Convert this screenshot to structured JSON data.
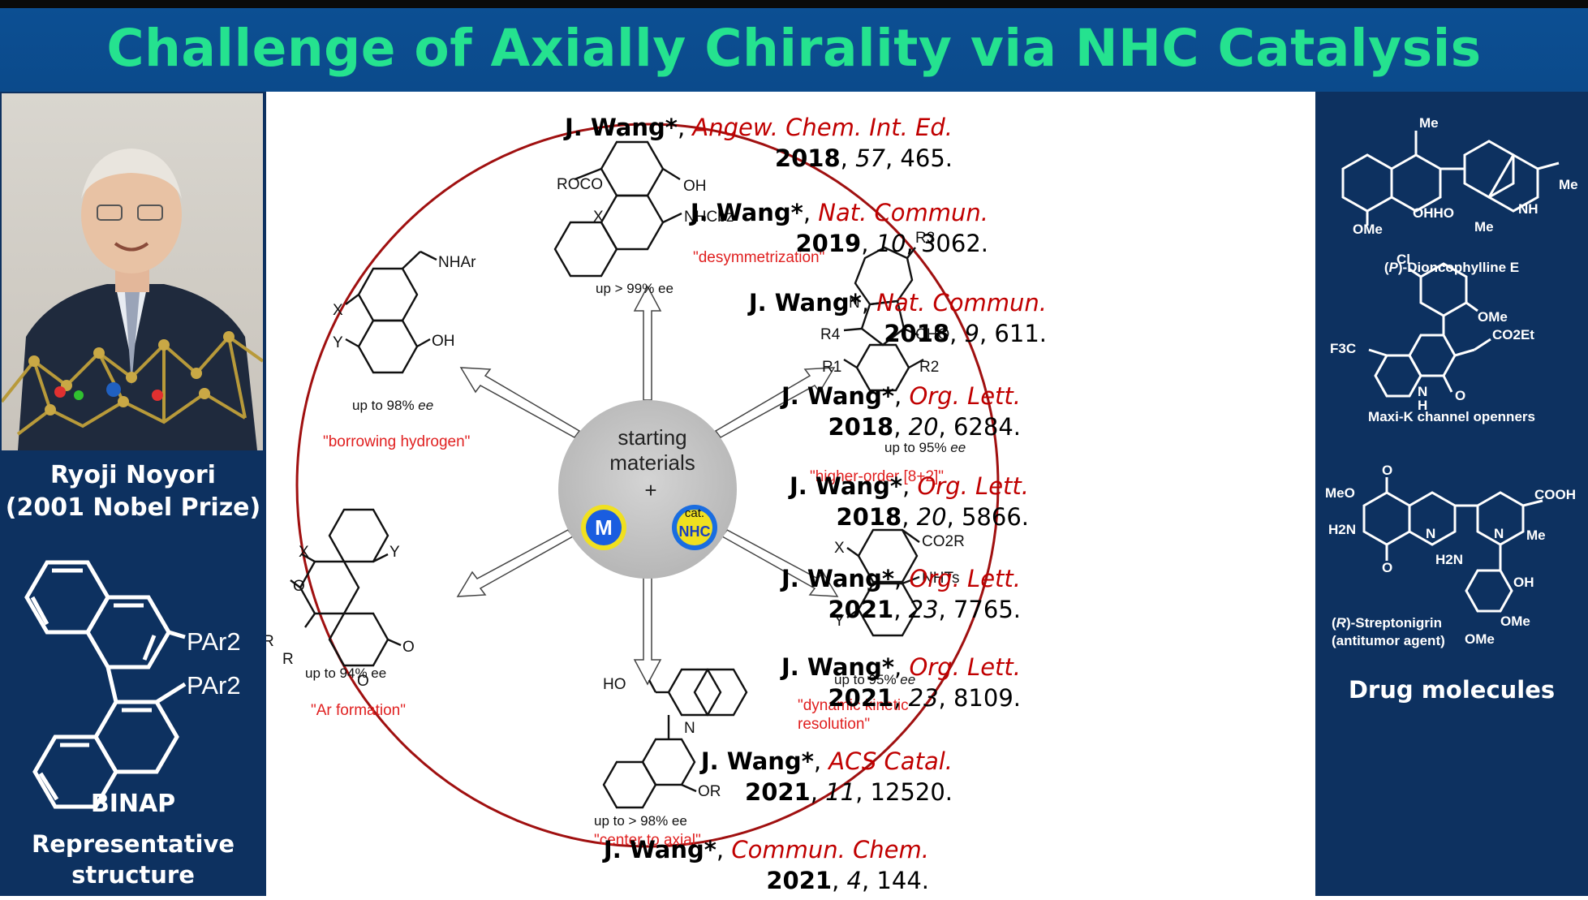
{
  "title": "Challenge of Axially Chirality via NHC Catalysis",
  "left_panel": {
    "name_line1": "Ryoji Noyori",
    "name_line2": "(2001 Nobel Prize)",
    "binap_labels": [
      "PAr2",
      "PAr2"
    ],
    "binap_title": "BINAP",
    "rep_line1": "Representative",
    "rep_line2": "structure"
  },
  "center": {
    "hub": {
      "line1": "starting",
      "line2": "materials",
      "plus": "+",
      "metal": "M",
      "cat": "cat.",
      "nhc": "NHC"
    },
    "desymmetrization": {
      "labels": [
        "ROCO",
        "OH",
        "X",
        "NHCbz"
      ],
      "ee": "up > 99% ee",
      "name": "\"desymmetrization\""
    },
    "borrowing": {
      "labels": [
        "X",
        "NHAr",
        "Y",
        "OH"
      ],
      "ee_prefix": "up to 98% ",
      "ee_suffix": "ee",
      "name": "\"borrowing hydrogen\""
    },
    "higher_order": {
      "labels": [
        "R3",
        "N",
        "R4",
        "CHO",
        "R1",
        "R2"
      ],
      "ee_prefix": "up to 95% ",
      "ee_suffix": "ee",
      "name": "\"higher-order [8+2]\""
    },
    "ar_formation": {
      "labels": [
        "X",
        "Y",
        "O",
        "R",
        "R",
        "O",
        "O"
      ],
      "ee": "up to 94% ee",
      "name": "\"Ar formation\""
    },
    "dynamic": {
      "labels": [
        "X",
        "CO2R",
        "NHTs",
        "Y"
      ],
      "ee_prefix": "up to 95% ",
      "ee_suffix": "ee",
      "name_line1": "\"dynamic kinetic",
      "name_line2": "resolution\""
    },
    "center_axial": {
      "labels": [
        "HO",
        "N",
        "OR"
      ],
      "ee": "up to > 98% ee",
      "name": "\"center to axial\""
    }
  },
  "references": [
    {
      "author": "J. Wang*",
      "journal": "Angew. Chem. Int. Ed.",
      "year": "2018",
      "volume": "57",
      "pages": "465."
    },
    {
      "author": "J. Wang*",
      "journal": "Nat. Commun.",
      "year": "2019",
      "volume": "10",
      "pages": "3062."
    },
    {
      "author": "J. Wang*",
      "journal": "Nat. Commun.",
      "year": "2018",
      "volume": "9",
      "pages": "611."
    },
    {
      "author": "J. Wang*",
      "journal": "Org. Lett.",
      "year": "2018",
      "volume": "20",
      "pages": "6284."
    },
    {
      "author": "J. Wang*",
      "journal": "Org. Lett.",
      "year": "2018",
      "volume": "20",
      "pages": "5866."
    },
    {
      "author": "J. Wang*",
      "journal": "Org. Lett.",
      "year": "2021",
      "volume": "23",
      "pages": "7765."
    },
    {
      "author": "J. Wang*",
      "journal": "Org. Lett.",
      "year": "2021",
      "volume": "23",
      "pages": "8109."
    },
    {
      "author": "J. Wang*",
      "journal": "ACS Catal.",
      "year": "2021",
      "volume": "11",
      "pages": "12520."
    },
    {
      "author": "J. Wang*",
      "journal": "Commun. Chem.",
      "year": "2021",
      "volume": "4",
      "pages": "144."
    }
  ],
  "right_panel": {
    "mol1": {
      "labels": [
        "Me",
        "Me",
        "OMe",
        "OHHO",
        "NH",
        "Me"
      ],
      "name_prefix": "(",
      "name_italic": "P",
      "name_suffix": ")-Dioncophylline E"
    },
    "mol2": {
      "labels": [
        "Cl",
        "OMe",
        "F3C",
        "CO2Et",
        "N",
        "H",
        "O"
      ],
      "name": "Maxi-K channel openners"
    },
    "mol3": {
      "labels": [
        "O",
        "MeO",
        "H2N",
        "O",
        "N",
        "N",
        "COOH",
        "H2N",
        "Me",
        "OH",
        "OMe",
        "OMe"
      ],
      "name_prefix": "(",
      "name_italic": "R",
      "name_suffix": ")-Streptonigrin",
      "name_line2": "(antitumor agent)"
    },
    "section_title": "Drug molecules"
  }
}
